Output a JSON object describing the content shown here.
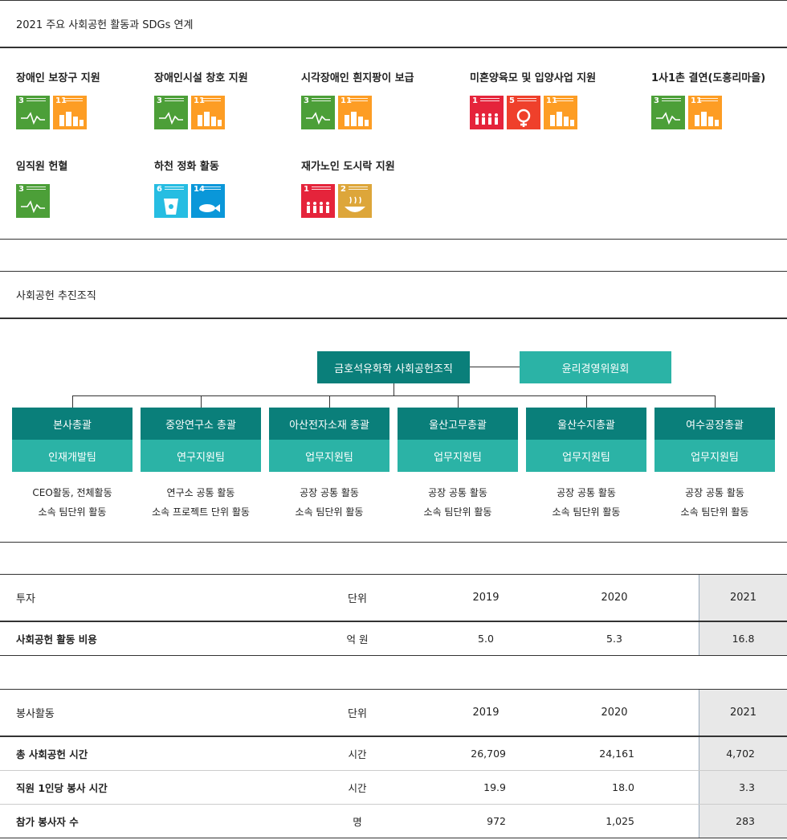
{
  "sdg_section": {
    "title": "2021 주요 사회공헌 활동과 SDGs 연계",
    "activities": [
      {
        "title": "장애인 보장구 지원",
        "goals": [
          3,
          11
        ]
      },
      {
        "title": "장애인시설 창호 지원",
        "goals": [
          3,
          11
        ]
      },
      {
        "title": "시각장애인 흰지팡이 보급",
        "goals": [
          3,
          11
        ]
      },
      {
        "title": "미혼양육모 및 입양사업 지원",
        "goals": [
          1,
          5,
          11
        ]
      },
      {
        "title": "1사1촌 결연(도흥리마을)",
        "goals": [
          3,
          11
        ]
      },
      {
        "title": "임직원 헌혈",
        "goals": [
          3
        ]
      },
      {
        "title": "하천 정화 활동",
        "goals": [
          6,
          14
        ]
      },
      {
        "title": "재가노인 도시락 지원",
        "goals": [
          1,
          2
        ]
      }
    ],
    "goal_colors": {
      "1": "#e5243b",
      "2": "#dda63a",
      "3": "#4c9f38",
      "5": "#ef402b",
      "6": "#26bde2",
      "11": "#fd9d24",
      "14": "#0a97d9"
    }
  },
  "org_section": {
    "title": "사회공헌 추진조직",
    "top": "금호석유화학 사회공헌조직",
    "committee": "윤리경영위원회",
    "units": [
      {
        "head": "본사총괄",
        "team": "인재개발팀",
        "desc1": "CEO활동, 전체활동",
        "desc2": "소속 팀단위 활동"
      },
      {
        "head": "중앙연구소 총괄",
        "team": "연구지원팀",
        "desc1": "연구소 공통 활동",
        "desc2": "소속 프로젝트 단위 활동"
      },
      {
        "head": "아산전자소재 총괄",
        "team": "업무지원팀",
        "desc1": "공장 공통 활동",
        "desc2": "소속 팀단위 활동"
      },
      {
        "head": "울산고무총괄",
        "team": "업무지원팀",
        "desc1": "공장 공통 활동",
        "desc2": "소속 팀단위 활동"
      },
      {
        "head": "울산수지총괄",
        "team": "업무지원팀",
        "desc1": "공장 공통 활동",
        "desc2": "소속 팀단위 활동"
      },
      {
        "head": "여수공장총괄",
        "team": "업무지원팀",
        "desc1": "공장 공통 활동",
        "desc2": "소속 팀단위 활동"
      }
    ]
  },
  "investment_table": {
    "header": {
      "name": "투자",
      "unit": "단위",
      "y2019": "2019",
      "y2020": "2020",
      "y2021": "2021"
    },
    "rows": [
      {
        "name": "사회공헌 활동 비용",
        "unit": "억 원",
        "y2019": "5.0",
        "y2020": "5.3",
        "y2021": "16.8"
      }
    ]
  },
  "volunteer_table": {
    "header": {
      "name": "봉사활동",
      "unit": "단위",
      "y2019": "2019",
      "y2020": "2020",
      "y2021": "2021"
    },
    "rows": [
      {
        "name": "총 사회공헌 시간",
        "unit": "시간",
        "y2019": "26,709",
        "y2020": "24,161",
        "y2021": "4,702"
      },
      {
        "name": "직원 1인당 봉사 시간",
        "unit": "시간",
        "y2019": "19.9",
        "y2020": "18.0",
        "y2021": "3.3"
      },
      {
        "name": "참가 봉사자 수",
        "unit": "명",
        "y2019": "972",
        "y2020": "1,025",
        "y2021": "283"
      }
    ]
  }
}
